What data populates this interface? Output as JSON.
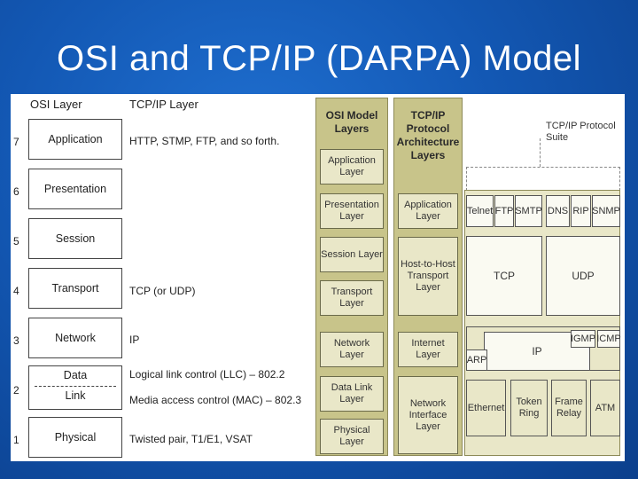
{
  "title": "OSI and TCP/IP (DARPA) Model",
  "left": {
    "header_osi": "OSI Layer",
    "header_tcpip": "TCP/IP Layer",
    "layers": [
      {
        "num": "7",
        "name": "Application",
        "protocol": "HTTP, STMP, FTP, and so forth."
      },
      {
        "num": "6",
        "name": "Presentation",
        "protocol": ""
      },
      {
        "num": "5",
        "name": "Session",
        "protocol": ""
      },
      {
        "num": "4",
        "name": "Transport",
        "protocol": "TCP (or UDP)"
      },
      {
        "num": "3",
        "name": "Network",
        "protocol": "IP"
      },
      {
        "num": "2",
        "name_top": "Data",
        "name_bottom": "Link",
        "protocol_top": "Logical link control (LLC) – 802.2",
        "protocol_bottom": "Media access control (MAC) – 802.3"
      },
      {
        "num": "1",
        "name": "Physical",
        "protocol": "Twisted pair, T1/E1, VSAT"
      }
    ]
  },
  "right": {
    "osi_header": "OSI Model Layers",
    "tcpip_header": "TCP/IP Protocol Architecture Layers",
    "suite_label": "TCP/IP Protocol Suite",
    "osi_layers": [
      "Application Layer",
      "Presentation Layer",
      "Session Layer",
      "Transport Layer",
      "Network Layer",
      "Data Link Layer",
      "Physical Layer"
    ],
    "tcpip_layers": [
      "Application Layer",
      "Host-to-Host Transport Layer",
      "Internet Layer",
      "Network Interface Layer"
    ],
    "app_protocols": [
      "Telnet",
      "FTP",
      "SMTP",
      "DNS",
      "RIP",
      "SNMP"
    ],
    "transport_protocols": [
      "TCP",
      "UDP"
    ],
    "internet_protocols": {
      "ip": "IP",
      "igmp": "IGMP",
      "icmp": "ICMP",
      "arp": "ARP"
    },
    "netif_protocols": [
      "Ethernet",
      "Token Ring",
      "Frame Relay",
      "ATM"
    ]
  }
}
